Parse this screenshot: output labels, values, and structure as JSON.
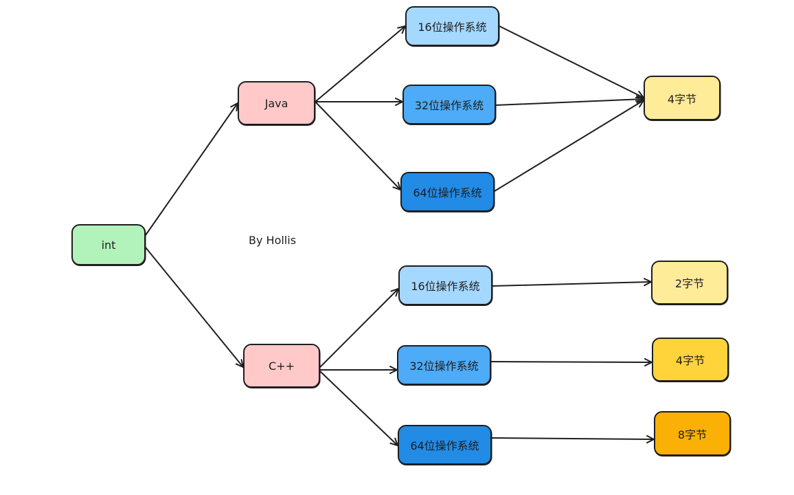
{
  "colors": {
    "green": "#b2f2bb",
    "pink": "#ffc9c9",
    "blue_light": "#a5d8ff",
    "blue_mid": "#4dabf7",
    "blue_dark": "#228be6",
    "yellow_light": "#ffec99",
    "yellow_mid": "#ffd43b",
    "yellow_dark": "#fab005",
    "stroke": "#1e1e1e"
  },
  "watermark": "By Hollis",
  "nodes": {
    "int": {
      "label": "int"
    },
    "java": {
      "label": "Java"
    },
    "cpp": {
      "label": "C++"
    },
    "java_16": {
      "label": "16位操作系统"
    },
    "java_32": {
      "label": "32位操作系统"
    },
    "java_64": {
      "label": "64位操作系统"
    },
    "java_size": {
      "label": "4字节"
    },
    "cpp_16": {
      "label": "16位操作系统"
    },
    "cpp_32": {
      "label": "32位操作系统"
    },
    "cpp_64": {
      "label": "64位操作系统"
    },
    "cpp_size_16": {
      "label": "2字节"
    },
    "cpp_size_32": {
      "label": "4字节"
    },
    "cpp_size_64": {
      "label": "8字节"
    }
  }
}
